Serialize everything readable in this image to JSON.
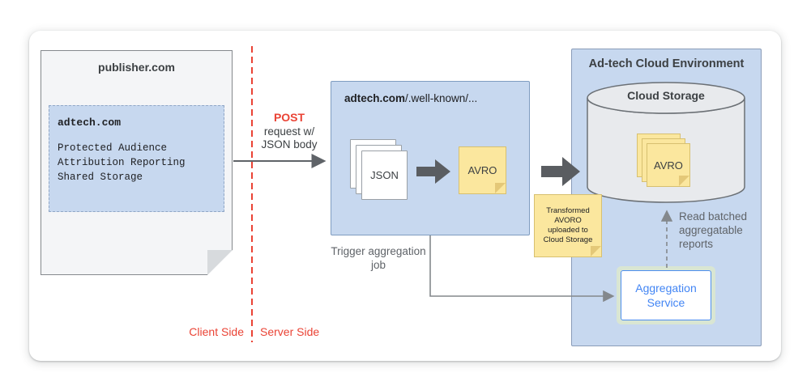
{
  "labels": {
    "client_side": "Client Side",
    "server_side": "Server Side",
    "trigger": "Trigger aggregation job"
  },
  "publisher": {
    "title": "publisher.com",
    "api_box": {
      "title": "adtech.com",
      "apis": [
        "Protected Audience",
        "Attribution Reporting",
        "Shared Storage"
      ]
    }
  },
  "post_arrow": {
    "method": "POST",
    "description": "request w/ JSON body"
  },
  "adtech_server": {
    "domain": "adtech.com",
    "path": "/.well-known/...",
    "json_label": "JSON",
    "avro_label": "AVRO"
  },
  "transform_note": {
    "text": "Transformed AVORO uploaded to Cloud Storage"
  },
  "cloud_env": {
    "title": "Ad-tech Cloud Environment",
    "storage": {
      "title": "Cloud Storage",
      "avro_label": "AVRO"
    },
    "aggregation_service": "Aggregation Service",
    "read_reports": "Read batched aggregatable reports"
  },
  "colors": {
    "divider_red": "#ea4335",
    "panel_blue": "#c7d8ef",
    "note_yellow": "#fbe79e",
    "arrow_dark": "#5a5d61",
    "service_blue": "#4285f4"
  }
}
